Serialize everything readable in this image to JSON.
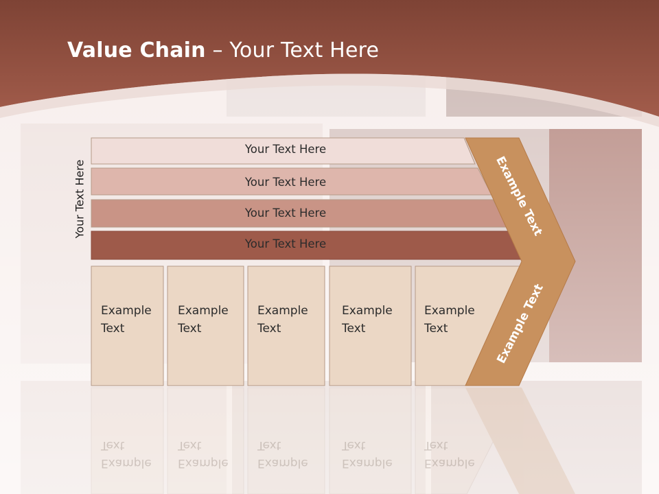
{
  "title": {
    "bold": "Value Chain",
    "rest": " – Your Text Here"
  },
  "side_label": "Your Text Here",
  "rows": [
    {
      "label": "Your Text Here",
      "color": "#f0ddd9"
    },
    {
      "label": "Your Text Here",
      "color": "#deb6ac"
    },
    {
      "label": "Your Text Here",
      "color": "#c99486"
    },
    {
      "label": "Your Text Here",
      "color": "#9e5a4a"
    }
  ],
  "boxes": [
    {
      "line1": "Example",
      "line2": "Text"
    },
    {
      "line1": "Example",
      "line2": "Text"
    },
    {
      "line1": "Example",
      "line2": "Text"
    },
    {
      "line1": "Example",
      "line2": "Text"
    },
    {
      "line1": "Example",
      "line2": "Text"
    }
  ],
  "chevron": {
    "upper": "Example Text",
    "lower": "Example Text",
    "color": "#c8915e"
  },
  "colors": {
    "header": "#9a5646",
    "box": "#ebd7c5",
    "box_border": "#b59a88"
  }
}
